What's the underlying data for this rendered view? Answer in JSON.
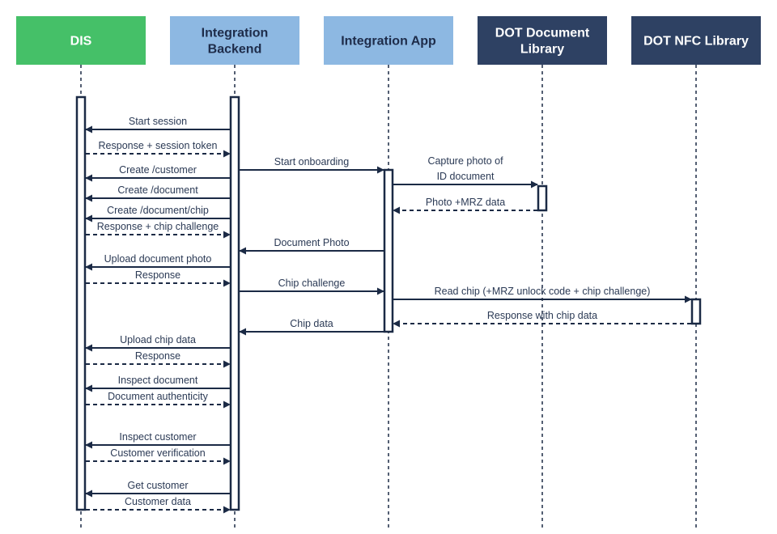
{
  "participants": [
    {
      "id": "dis",
      "label": [
        "DIS"
      ],
      "bg": "#45c068",
      "fg": "#ffffff"
    },
    {
      "id": "backend",
      "label": [
        "Integration",
        "Backend"
      ],
      "bg": "#8db8e2",
      "fg": "#1e2c4a"
    },
    {
      "id": "app",
      "label": [
        "Integration App"
      ],
      "bg": "#8db8e2",
      "fg": "#1e2c4a"
    },
    {
      "id": "doclib",
      "label": [
        "DOT Document",
        "Library"
      ],
      "bg": "#2e4163",
      "fg": "#ffffff"
    },
    {
      "id": "nfclib",
      "label": [
        "DOT NFC Library"
      ],
      "bg": "#2e4163",
      "fg": "#ffffff"
    }
  ],
  "messages": [
    {
      "from": "backend",
      "to": "dis",
      "label": "Start session",
      "style": "solid"
    },
    {
      "from": "dis",
      "to": "backend",
      "label": "Response + session token",
      "style": "dashed"
    },
    {
      "from": "backend",
      "to": "app",
      "label": "Start onboarding",
      "style": "solid"
    },
    {
      "from": "backend",
      "to": "dis",
      "label": "Create /customer",
      "style": "solid"
    },
    {
      "from": "app",
      "to": "doclib",
      "label": [
        "Capture photo of",
        "ID document"
      ],
      "style": "solid"
    },
    {
      "from": "backend",
      "to": "dis",
      "label": "Create /document",
      "style": "solid"
    },
    {
      "from": "doclib",
      "to": "app",
      "label": "Photo +MRZ data",
      "style": "dashed"
    },
    {
      "from": "backend",
      "to": "dis",
      "label": "Create /document/chip",
      "style": "solid"
    },
    {
      "from": "dis",
      "to": "backend",
      "label": "Response + chip challenge",
      "style": "dashed"
    },
    {
      "from": "app",
      "to": "backend",
      "label": "Document Photo",
      "style": "solid"
    },
    {
      "from": "backend",
      "to": "dis",
      "label": "Upload document photo",
      "style": "solid"
    },
    {
      "from": "dis",
      "to": "backend",
      "label": "Response",
      "style": "dashed"
    },
    {
      "from": "backend",
      "to": "app",
      "label": "Chip challenge",
      "style": "solid"
    },
    {
      "from": "app",
      "to": "nfclib",
      "label": "Read chip (+MRZ unlock code + chip challenge)",
      "style": "solid"
    },
    {
      "from": "nfclib",
      "to": "app",
      "label": "Response with chip data",
      "style": "dashed"
    },
    {
      "from": "app",
      "to": "backend",
      "label": "Chip data",
      "style": "solid"
    },
    {
      "from": "backend",
      "to": "dis",
      "label": "Upload chip data",
      "style": "solid"
    },
    {
      "from": "dis",
      "to": "backend",
      "label": "Response",
      "style": "dashed"
    },
    {
      "from": "backend",
      "to": "dis",
      "label": "Inspect document",
      "style": "solid"
    },
    {
      "from": "dis",
      "to": "backend",
      "label": "Document authenticity",
      "style": "dashed"
    },
    {
      "from": "backend",
      "to": "dis",
      "label": "Inspect customer",
      "style": "solid"
    },
    {
      "from": "dis",
      "to": "backend",
      "label": "Customer verification",
      "style": "dashed"
    },
    {
      "from": "backend",
      "to": "dis",
      "label": "Get customer",
      "style": "solid"
    },
    {
      "from": "dis",
      "to": "backend",
      "label": "Customer data",
      "style": "dashed"
    }
  ],
  "colors": {
    "line": "#1b2a45",
    "text": "#2b3a55"
  }
}
